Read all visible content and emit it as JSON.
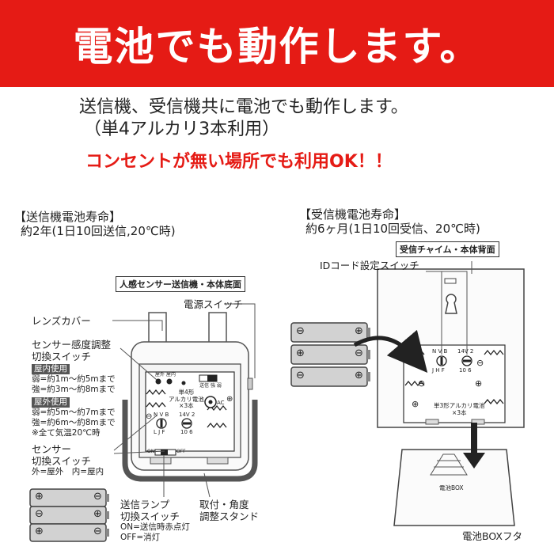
{
  "banner": {
    "title": "電池でも動作します。",
    "bg_color": "#e51b15"
  },
  "intro": {
    "line1": "送信機、受信機共に電池でも動作します。",
    "line2": "（単4アルカリ3本利用）",
    "ok_line": "コンセントが無い場所でも利用OK！！",
    "ok_color": "#e51b15"
  },
  "transmitter": {
    "header": "【送信機電池寿命】",
    "life": "約2年(1日10回送信,20℃時)",
    "box_label": "人感センサー送信機・本体底面",
    "power_switch": "電源スイッチ",
    "lens_cover": "レンズカバー",
    "sensitivity_line1": "センサー感度調整",
    "sensitivity_line2": "切換スイッチ",
    "indoor_title": "屋内使用",
    "indoor_weak": "弱=約1m〜約5mまで",
    "indoor_strong": "強=約3m〜約8mまで",
    "outdoor_title": "屋外使用",
    "outdoor_weak": "弱=約5m〜約7mまで",
    "outdoor_strong": "強=約6m〜約8mまで",
    "temp_note": "※全て気温20℃時",
    "sensor_switch_line1": "センサー",
    "sensor_switch_line2": "切換スイッチ",
    "sensor_switch_note": "外=屋外　内=屋内",
    "lamp_line1": "送信ランプ",
    "lamp_line2": "切換スイッチ",
    "lamp_on": "ON=送信時赤点灯",
    "lamp_off": "OFF=消灯",
    "stand_line1": "取付・角度",
    "stand_line2": "調整スタンド",
    "battery_label_line1": "単4形",
    "battery_label_line2": "アルカリ電池",
    "battery_label_line3": "×3本",
    "dial_left_top": "N V B",
    "dial_left_bottom": "L J F",
    "dial_right_top": "14V 2",
    "dial_right_bottom": "10 6",
    "ac_label": "AC",
    "switch_on": "ON",
    "switch_off": "OFF",
    "top_label_left": "屋外",
    "top_label_right": "屋内",
    "sw_label_a": "送信",
    "sw_label_b": "強",
    "sw_label_c": "弱"
  },
  "receiver": {
    "header": "【受信機電池寿命】",
    "life": "約6ヶ月(1日10回受信、20℃時)",
    "box_label": "受信チャイム・本体背面",
    "id_switch": "IDコード設定スイッチ",
    "battery_label": "単3形アルカリ電池",
    "battery_count": "×3本",
    "dial_left_top": "N V B",
    "dial_left_bottom": "J H F",
    "dial_right_top": "14V 2",
    "dial_right_bottom": "10 6",
    "box_cover_text": "電池BOX",
    "box_cover_label": "電池BOXフタ"
  },
  "battery_symbol_plus": "⊕",
  "battery_symbol_minus": "⊖"
}
